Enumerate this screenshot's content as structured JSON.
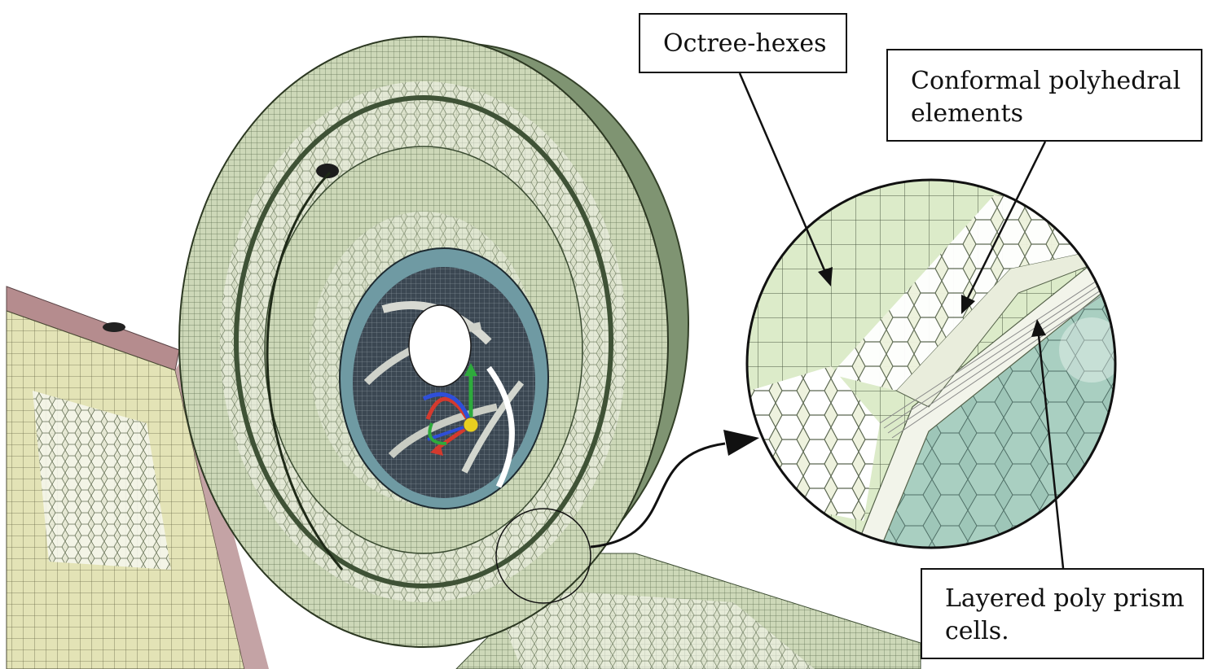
{
  "callouts": {
    "octree_hexes": "Octree-hexes",
    "conformal_line1": "Conformal polyhedral",
    "conformal_line2": "elements",
    "layered_line1": "Layered poly prism",
    "layered_line2": "cells."
  },
  "colors": {
    "mesh_green": "#c9d6b2",
    "mesh_dark_green": "#7f9472",
    "pipe_yellow": "#e6e3b4",
    "pipe_pink": "#b58c8e",
    "impeller_dark": "#3b4752",
    "zoom_light_green": "#dcebc9",
    "zoom_teal": "#9ec6b8",
    "axis_green": "#2eaa3c",
    "axis_red": "#d43a2e",
    "axis_blue": "#2f4fd8",
    "axis_yellow": "#e8d020",
    "line_black": "#111111"
  },
  "icons": [
    "triad-axes-icon",
    "zoom-arrow-icon"
  ]
}
